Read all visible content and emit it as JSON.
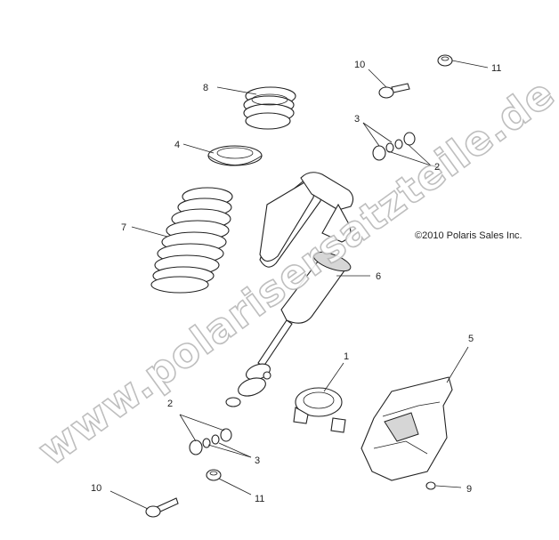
{
  "copyright": "©2010 Polaris Sales Inc.",
  "watermark": "www.polarisersatzteile.de",
  "callouts": {
    "c1": "1",
    "c2a": "2",
    "c2b": "2",
    "c3a": "3",
    "c3b": "3",
    "c4": "4",
    "c5": "5",
    "c6": "6",
    "c7": "7",
    "c8": "8",
    "c9": "9",
    "c10a": "10",
    "c10b": "10",
    "c11a": "11",
    "c11b": "11"
  }
}
